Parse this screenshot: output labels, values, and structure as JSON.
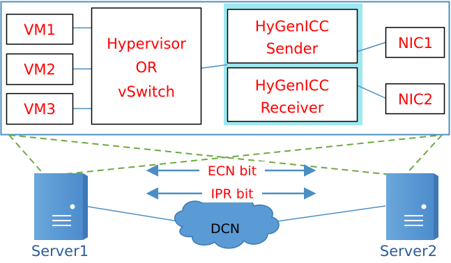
{
  "diagram": {
    "vms": [
      "VM1",
      "VM2",
      "VM3"
    ],
    "hypervisor": [
      "Hypervisor",
      "OR",
      "vSwitch"
    ],
    "sender": [
      "HyGenICC",
      "Sender"
    ],
    "receiver": [
      "HyGenICC",
      "Receiver"
    ],
    "nics": [
      "NIC1",
      "NIC2"
    ],
    "links": [
      "ECN bit",
      "IPR bit"
    ],
    "network": "DCN",
    "servers": [
      "Server1",
      "Server2"
    ]
  },
  "colors": {
    "frame": "#4a8fc4",
    "highlight": "#9ee8ef",
    "dashed": "#6aaa3b",
    "arrow": "#4a8fc4",
    "cloud": "#5b9bd5",
    "server": "#5b9bd5",
    "label_red": "#ff0000",
    "label_blue": "#2e5e9a"
  }
}
